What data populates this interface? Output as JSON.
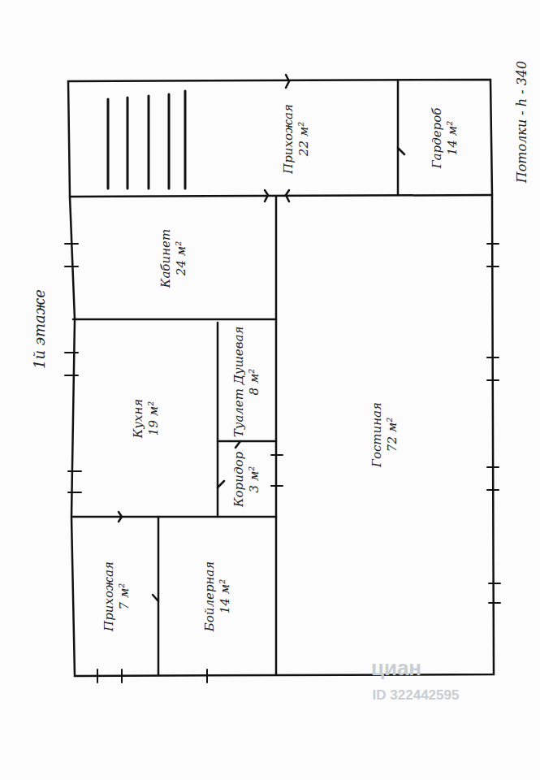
{
  "diagram": {
    "nodes": [
      {
        "text": [
          "Прихожая",
          "22 м²"
        ]
      },
      {
        "text": [
          "Гардероб",
          "14 м²"
        ]
      },
      {
        "text": [
          "Кабинет",
          "24 м²"
        ]
      },
      {
        "text": [
          "Кухня",
          "19 м²"
        ]
      },
      {
        "text": [
          "Туалет Душевая",
          "8 м²"
        ]
      },
      {
        "text": [
          "Коридор",
          "3 м²"
        ]
      },
      {
        "text": [
          "Гостиная",
          "72 м²"
        ]
      },
      {
        "text": [
          "Прихожая",
          "7 м²"
        ]
      },
      {
        "text": [
          "Бойлерная",
          "14 м²"
        ]
      }
    ],
    "labels": [
      "1й этаже",
      "Потолки - h - 340",
      "циан",
      "ID 322442595"
    ]
  }
}
